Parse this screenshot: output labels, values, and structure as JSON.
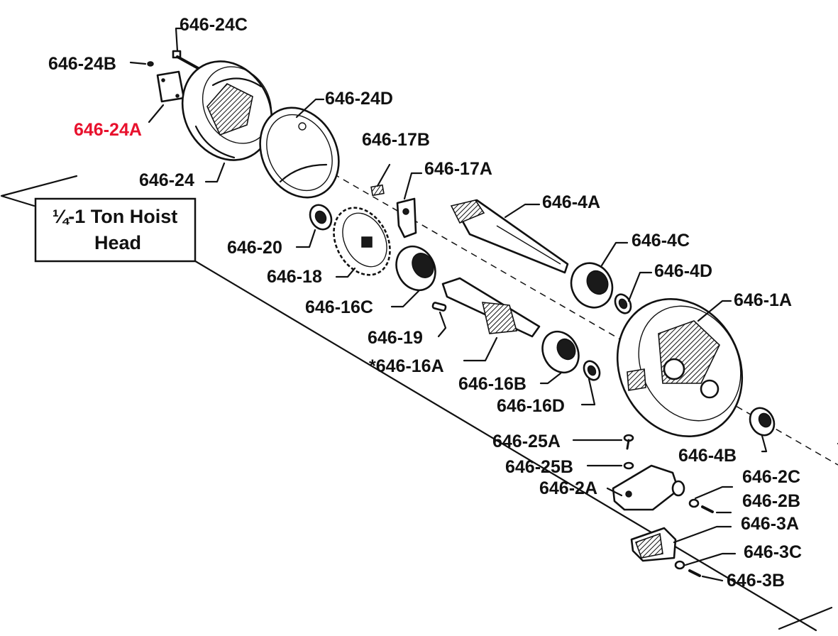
{
  "title": {
    "line1": "¼-1 Ton Hoist",
    "line2": "Head"
  },
  "labels": {
    "p24C": "646-24C",
    "p24B": "646-24B",
    "p24A": "646-24A",
    "p24D": "646-24D",
    "p24": "646-24",
    "p17B": "646-17B",
    "p17A": "646-17A",
    "p4A": "646-4A",
    "p20": "646-20",
    "p18": "646-18",
    "p4C": "646-4C",
    "p4D": "646-4D",
    "p16C": "646-16C",
    "p1A": "646-1A",
    "p19": "646-19",
    "p16A": "*646-16A",
    "p16B": "646-16B",
    "p16D": "646-16D",
    "p25A": "646-25A",
    "p4B": "646-4B",
    "p25B": "646-25B",
    "p2C": "646-2C",
    "p2A": "646-2A",
    "p2B": "646-2B",
    "p3A": "646-3A",
    "p3C": "646-3C",
    "p3B": "646-3B"
  },
  "colors": {
    "highlight": "#e8112d",
    "ink": "#111111"
  }
}
